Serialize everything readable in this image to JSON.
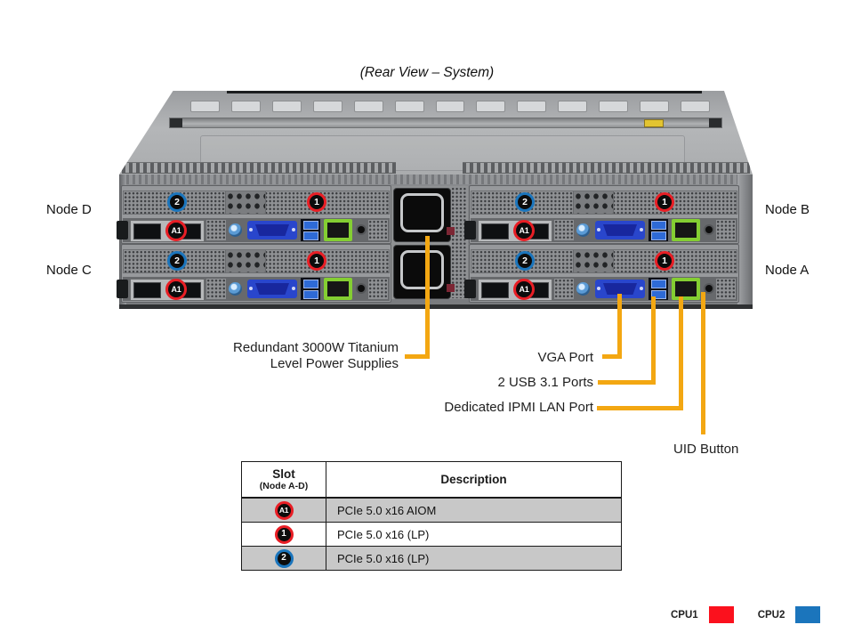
{
  "title": "(Rear View – System)",
  "nodes": {
    "d": "Node D",
    "c": "Node C",
    "b": "Node B",
    "a": "Node A"
  },
  "badges": {
    "slot1": "1",
    "slot2": "2",
    "aiom": "A1"
  },
  "callouts": {
    "psu_line1": "Redundant 3000W Titanium",
    "psu_line2": "Level Power Supplies",
    "vga": "VGA Port",
    "usb": "2 USB 3.1 Ports",
    "ipmi": "Dedicated IPMI LAN Port",
    "uid": "UID Button"
  },
  "table": {
    "header": {
      "slot": "Slot",
      "slot_sub": "(Node A-D)",
      "description": "Description"
    },
    "rows": [
      {
        "slot": "A1",
        "ring": "#E81E25",
        "description": "PCIe 5.0 x16 AIOM"
      },
      {
        "slot": "1",
        "ring": "#E81E25",
        "description": "PCIe 5.0 x16 (LP)"
      },
      {
        "slot": "2",
        "ring": "#1B75BC",
        "description": "PCIe 5.0 x16 (LP)"
      }
    ]
  },
  "legend": [
    {
      "label": "CPU1",
      "color": "#FB111D"
    },
    {
      "label": "CPU2",
      "color": "#1B75BC"
    }
  ],
  "colors": {
    "callout_line": "#F3A712",
    "slot_red_ring": "#E81E25",
    "slot_blue_ring": "#1B75BC",
    "table_shade": "#C8C8C8",
    "lan_green": "#84CE32",
    "vga_blue": "#2946CC"
  }
}
